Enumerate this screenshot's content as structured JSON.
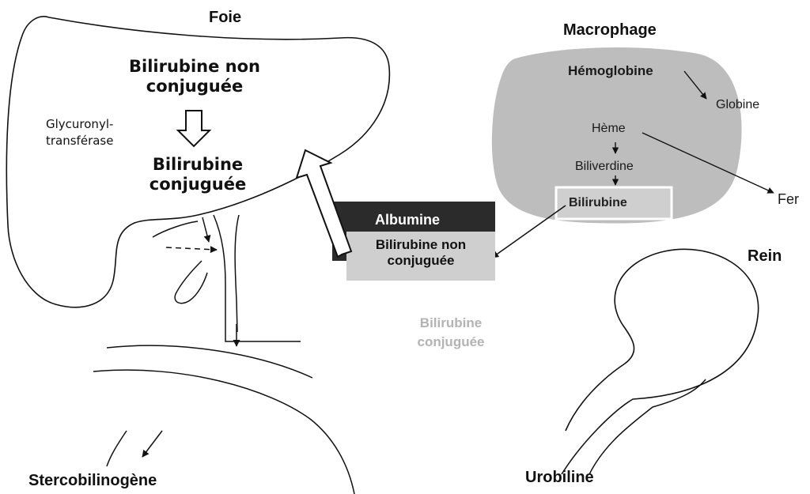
{
  "labels": {
    "foie": "Foie",
    "macrophage": "Macrophage",
    "rein": "Rein",
    "stercobilinogene": "Stercobilinogène",
    "urobiline": "Urobiline"
  },
  "liver": {
    "bnc_line1": "Bilirubine non",
    "bnc_line2": "conjuguée",
    "enzyme_line1": "Glycuronyl-",
    "enzyme_line2": "transférase",
    "bc_line1": "Bilirubine",
    "bc_line2": "conjuguée"
  },
  "macrophage": {
    "hemoglobine": "Hémoglobine",
    "globine": "Globine",
    "heme": "Hème",
    "biliverdine": "Biliverdine",
    "bilirubine": "Bilirubine",
    "fer": "Fer"
  },
  "albumin_complex": {
    "albumine": "Albumine",
    "bnc_line1": "Bilirubine non",
    "bnc_line2": "conjuguée"
  },
  "plasma": {
    "bc_line1": "Bilirubine",
    "bc_line2": "conjuguée"
  },
  "colors": {
    "macrophage_fill": "#bdbdbd",
    "albumin_fill": "#2b2b2b",
    "complex_fill": "#cfcfcf",
    "faded_text": "#b3b3b3"
  }
}
